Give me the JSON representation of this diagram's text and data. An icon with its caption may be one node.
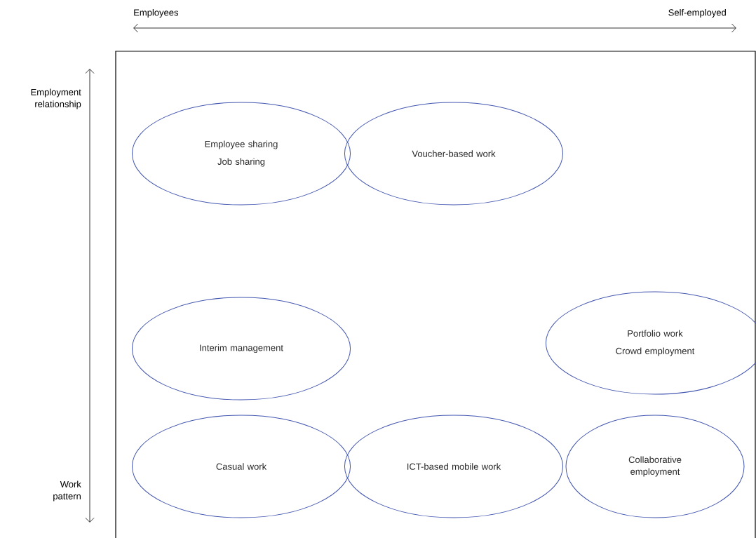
{
  "diagram": {
    "nodes": [
      {
        "text": [
          "Employee sharing",
          "Job sharing"
        ]
      },
      {
        "text": [
          "Voucher-based work"
        ]
      },
      {
        "text": [
          "Interim management"
        ]
      },
      {
        "text": [
          "Portfolio work",
          "Crowd employment"
        ]
      },
      {
        "text": [
          "Casual work"
        ]
      },
      {
        "text": [
          "ICT-based mobile work"
        ]
      },
      {
        "text": [
          "Collaborative employment"
        ]
      }
    ],
    "labels": [
      "Employees",
      "Self-employed",
      "Employment relationship",
      "Work pattern"
    ]
  }
}
